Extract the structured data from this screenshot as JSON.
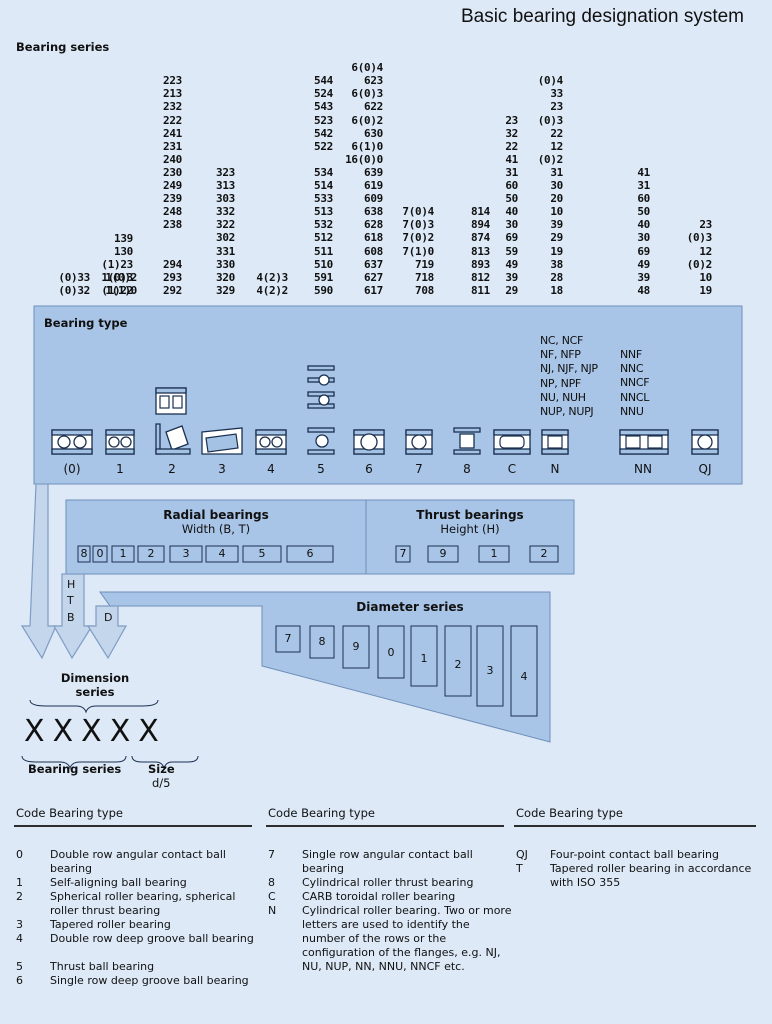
{
  "title": "Basic bearing designation system",
  "bearing_series_label": "Bearing series",
  "series_columns": [
    [
      "(0)33",
      "(0)32"
    ],
    [
      "1(0)2",
      "1(1)0"
    ],
    [
      "139",
      "130",
      "(1)23",
      "1(0)3",
      "(1)22"
    ],
    [
      "223",
      "213",
      "232",
      "222",
      "241",
      "231",
      "240",
      "230",
      "249",
      "239",
      "248",
      "238",
      "",
      "",
      "294",
      "293",
      "292"
    ],
    [
      "323",
      "313",
      "303",
      "332",
      "322",
      "302",
      "331",
      "330",
      "320",
      "329"
    ],
    [
      "4(2)3",
      "4(2)2"
    ],
    [
      "544",
      "524",
      "543",
      "523",
      "542",
      "522",
      "",
      "534",
      "514",
      "533",
      "513",
      "532",
      "512",
      "511",
      "510",
      "591",
      "590"
    ],
    [
      "6(0)4",
      "623",
      "6(0)3",
      "622",
      "6(0)2",
      "630",
      "6(1)0",
      "16(0)0",
      "639",
      "619",
      "609",
      "638",
      "628",
      "618",
      "608",
      "637",
      "627",
      "617"
    ],
    [
      "7(0)4",
      "7(0)3",
      "7(0)2",
      "7(1)0",
      "719",
      "718",
      "708"
    ],
    [
      "814",
      "894",
      "874",
      "813",
      "893",
      "812",
      "811"
    ],
    [
      "23",
      "32",
      "22",
      "41",
      "31",
      "60",
      "50",
      "40",
      "30",
      "69",
      "59",
      "49",
      "39",
      "29"
    ],
    [
      "(0)4",
      "33",
      "23",
      "(0)3",
      "22",
      "12",
      "(0)2",
      "31",
      "30",
      "20",
      "10",
      "39",
      "29",
      "19",
      "38",
      "28",
      "18"
    ],
    [
      "41",
      "31",
      "60",
      "50",
      "40",
      "30",
      "69",
      "49",
      "39",
      "48"
    ],
    [
      "23",
      "(0)3",
      "12",
      "(0)2",
      "10",
      "19"
    ]
  ],
  "bearing_type_label": "Bearing type",
  "n_variants": [
    "NC, NCF",
    "NF, NFP",
    "NJ, NJF, NJP",
    "NP, NPF",
    "NU, NUH",
    "NUP, NUPJ"
  ],
  "nn_variants": [
    "NNF",
    "NNC",
    "NNCF",
    "NNCL",
    "NNU"
  ],
  "type_codes": [
    "(0)",
    "1",
    "2",
    "3",
    "4",
    "5",
    "6",
    "7",
    "8",
    "C",
    "N",
    "NN",
    "QJ"
  ],
  "radial": {
    "title": "Radial bearings",
    "subtitle": "Width (B, T)",
    "codes": [
      "8",
      "0",
      "1",
      "2",
      "3",
      "4",
      "5",
      "6"
    ]
  },
  "thrust": {
    "title": "Thrust bearings",
    "subtitle": "Height (H)",
    "codes": [
      "7",
      "9",
      "1",
      "2"
    ]
  },
  "diameter": {
    "title": "Diameter series",
    "codes": [
      "7",
      "8",
      "9",
      "0",
      "1",
      "2",
      "3",
      "4"
    ]
  },
  "arrow_letters": {
    "h": "H",
    "t": "T",
    "b": "B",
    "d": "D"
  },
  "dimension_series_label": "Dimension series",
  "placeholder_x": "X",
  "bottom_labels": {
    "series": "Bearing series",
    "size": "Size",
    "size_formula": "d/5"
  },
  "legend_header": {
    "code": "Code",
    "type": "Bearing type"
  },
  "legend": [
    [
      {
        "code": "0",
        "text": "Double row angular contact ball bearing"
      },
      {
        "code": "1",
        "text": "Self-aligning ball bearing"
      },
      {
        "code": "2",
        "text": "Spherical roller bearing, spherical roller thrust bearing"
      },
      {
        "code": "3",
        "text": "Tapered roller bearing"
      },
      {
        "code": "4",
        "text": "Double row deep groove ball bearing"
      },
      {
        "code": "5",
        "text": "Thrust ball bearing"
      },
      {
        "code": "6",
        "text": "Single row deep groove ball bearing"
      }
    ],
    [
      {
        "code": "7",
        "text": "Single row angular contact ball bearing"
      },
      {
        "code": "8",
        "text": "Cylindrical roller thrust bearing"
      },
      {
        "code": "C",
        "text": "CARB toroidal roller bearing"
      },
      {
        "code": "N",
        "text": "Cylindrical roller bearing. Two or more letters are used to identify the number of the rows or the configuration of the flanges, e.g. NJ, NU, NUP, NN, NNU, NNCF etc."
      }
    ],
    [
      {
        "code": "QJ",
        "text": "Four-point contact ball bearing"
      },
      {
        "code": "T",
        "text": "Tapered roller bearing in accordance with ISO 355"
      }
    ]
  ]
}
